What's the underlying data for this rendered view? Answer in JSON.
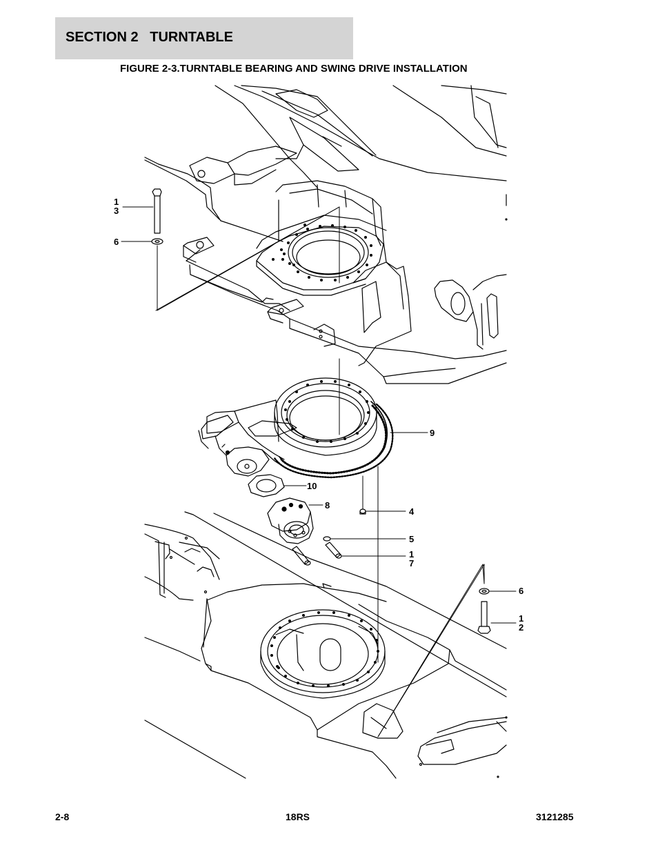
{
  "header": {
    "section_title": "SECTION 2   TURNTABLE"
  },
  "figure": {
    "title": "FIGURE 2-3.TURNTABLE BEARING AND SWING DRIVE INSTALLATION"
  },
  "callouts": {
    "c13": "1\n3",
    "c6_left": "6",
    "c9": "9",
    "c10": "10",
    "c8": "8",
    "c4": "4",
    "c5": "5",
    "c17": "1\n7",
    "c6_right": "6",
    "c12": "1\n2"
  },
  "footer": {
    "page": "2-8",
    "model": "18RS",
    "doc_number": "3121285"
  }
}
